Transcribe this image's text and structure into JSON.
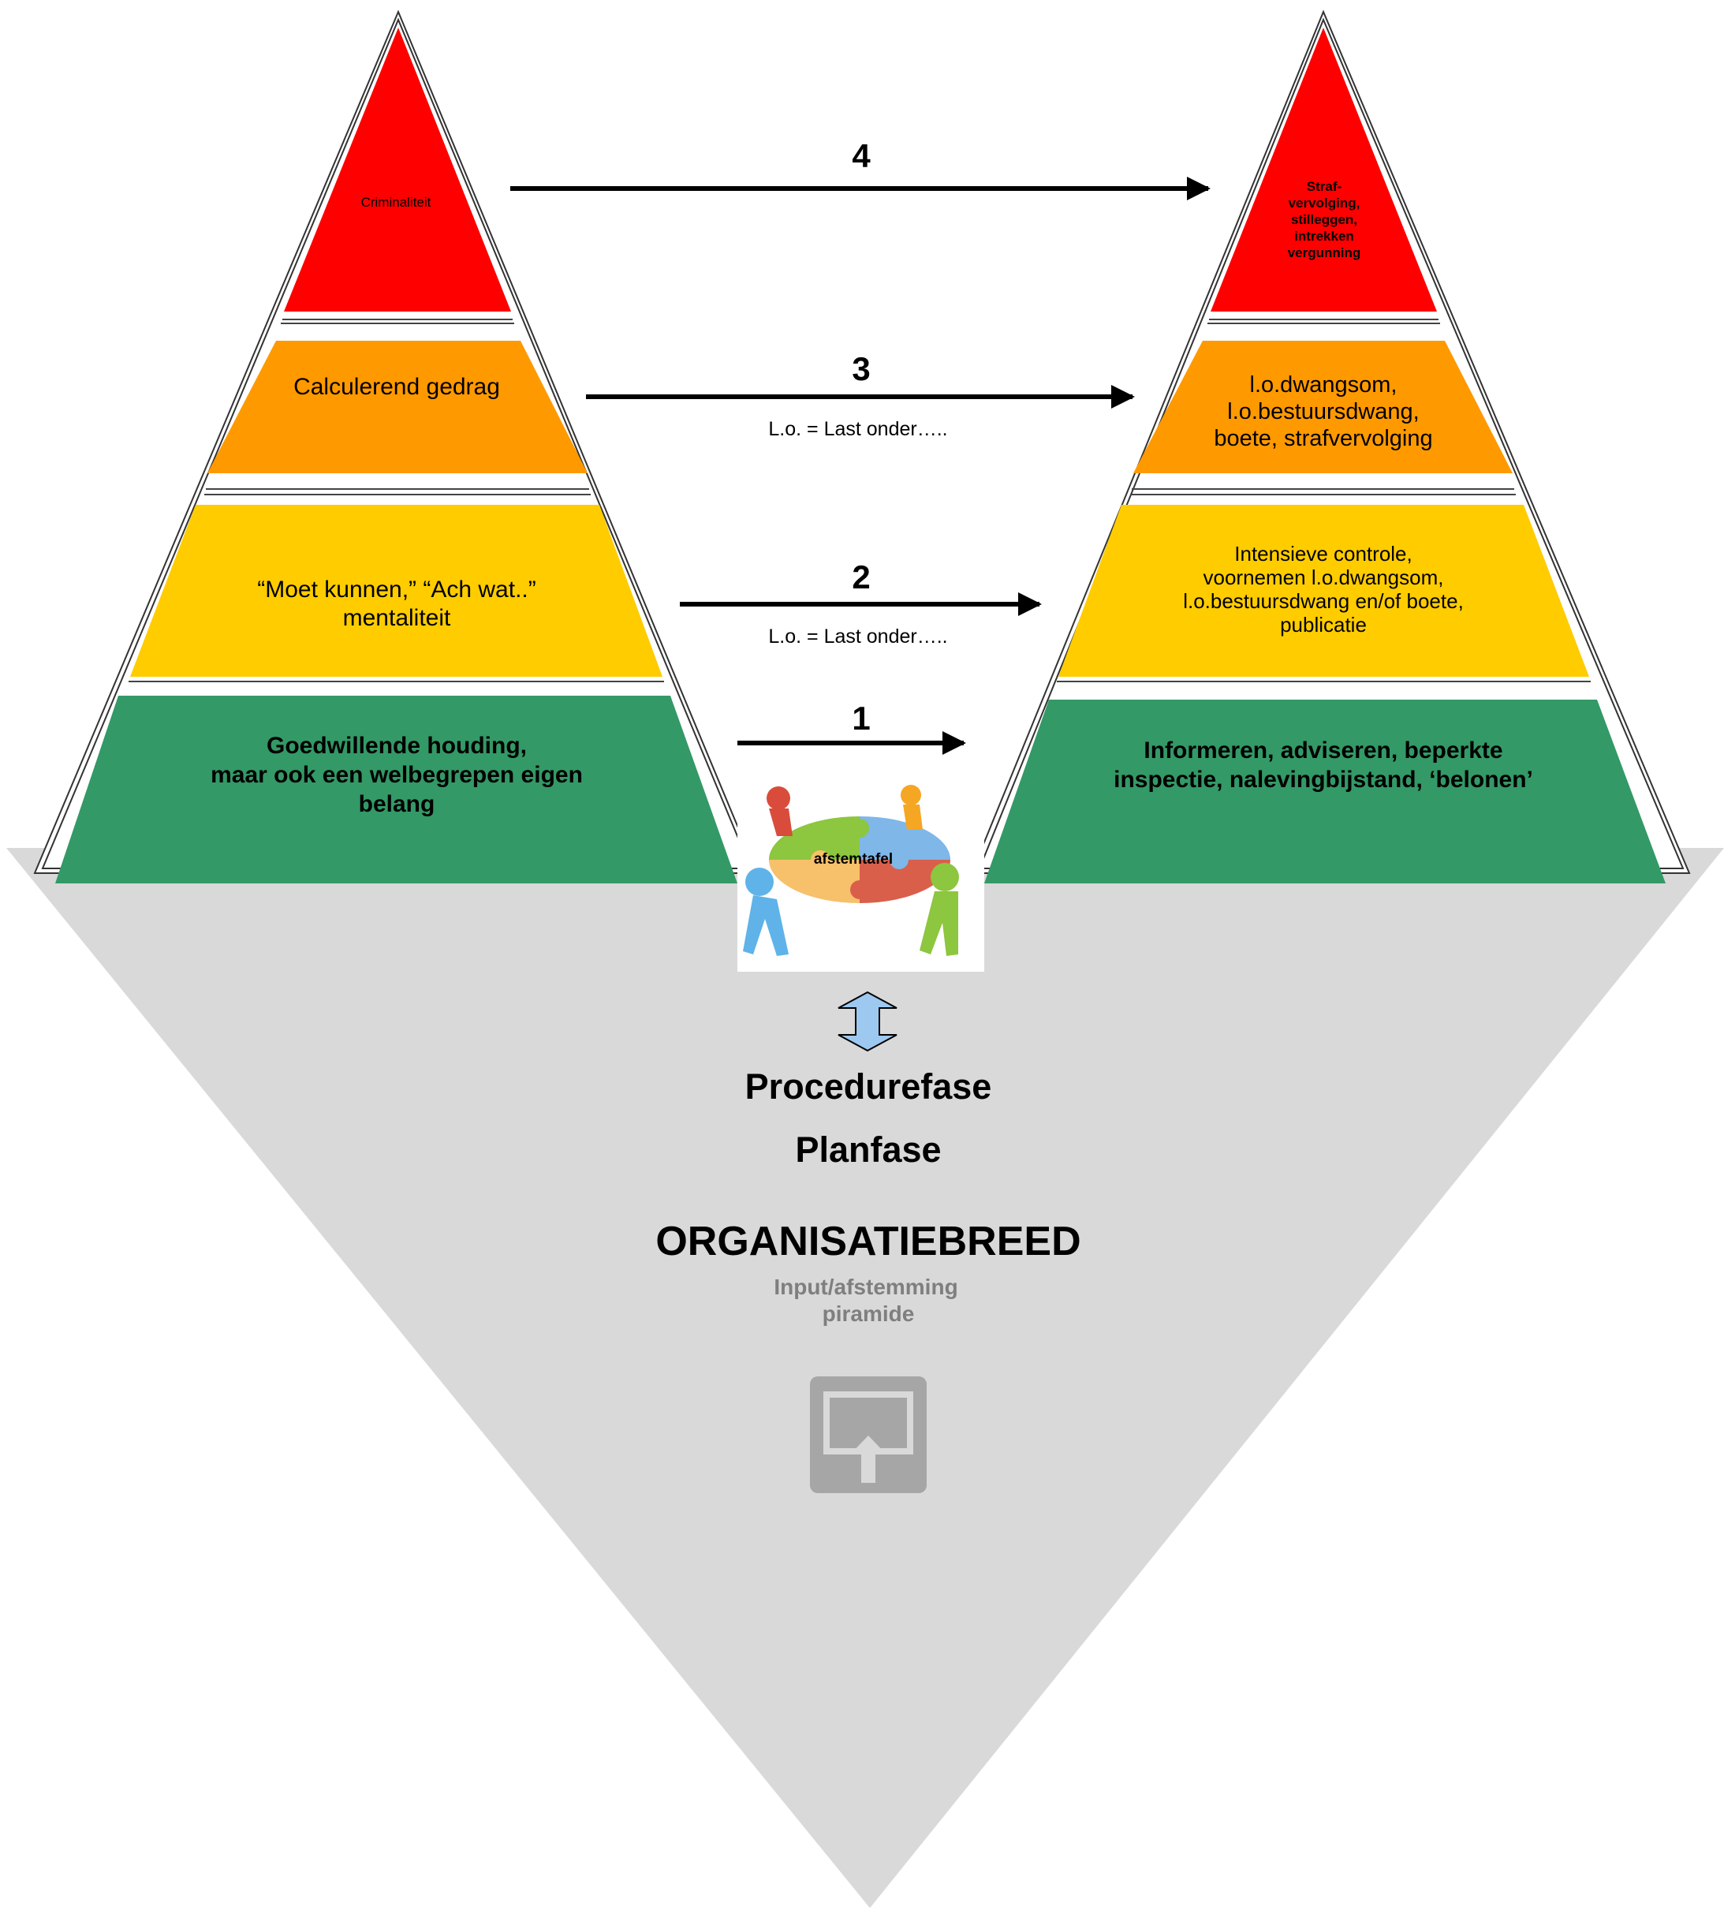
{
  "left_pyramid": {
    "level4": "Criminaliteit",
    "level3": "Calculerend gedrag",
    "level2": [
      "“Moet kunnen,” “Ach wat..”",
      "mentaliteit"
    ],
    "level1": [
      "Goedwillende houding,",
      "maar ook een welbegrepen eigen",
      "belang"
    ]
  },
  "right_pyramid": {
    "level4": [
      "Straf-",
      "vervolging,",
      "stilleggen,",
      "intrekken",
      "vergunning"
    ],
    "level3": [
      "l.o.dwangsom,",
      "l.o.bestuursdwang,",
      "boete, strafvervolging"
    ],
    "level2": [
      "Intensieve controle,",
      "voornemen l.o.dwangsom,",
      "l.o.bestuursdwang en/of boete,",
      "publicatie"
    ],
    "level1": [
      "Informeren, adviseren, beperkte",
      "inspectie, nalevingbijstand, ‘belonen’"
    ]
  },
  "arrows": {
    "a4": "4",
    "a3": "3",
    "a3_note": "L.o. = Last onder…..",
    "a2": "2",
    "a2_note": "L.o. = Last onder…..",
    "a1": "1"
  },
  "center": {
    "table_label": "afstemtafel",
    "phase1": "Procedurefase",
    "phase2": "Planfase",
    "scope": "ORGANISATIEBREED",
    "input_line1": "Input/afstemming",
    "input_line2": "piramide"
  },
  "colors": {
    "red": "#ff0000",
    "orange": "#ff9900",
    "yellow": "#ffcc00",
    "green": "#339966",
    "gray": "#d9d9d9"
  }
}
